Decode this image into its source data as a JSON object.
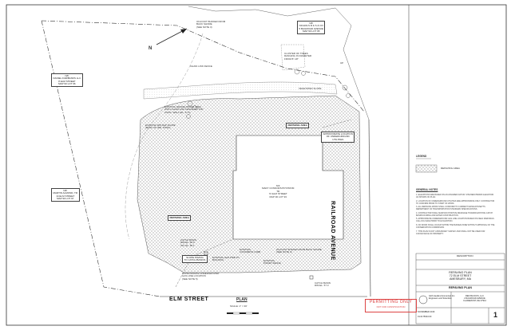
{
  "streets": {
    "elm_street": "ELM STREET",
    "railroad_avenue": "RAILROAD AVENUE"
  },
  "plan": {
    "title": "PLAN",
    "scale": "SCALE: 1\" = 30'"
  },
  "north_arrow": {
    "label": "N"
  },
  "labels": {
    "buffer_top": "ON-FOOT BUFFER FROM\nBACK SHORE\n(SEE NOTE 3)",
    "tag_right_top": "N/F\nNICHOLS R & S & CO\n5 BAILROAD AVENUE\nMAP 90 LOT 95",
    "cluster_trees": "CLUSTER OF TREES\nRANGING IN DIAMETER\nFROM 8\"-18\"",
    "chain_link": "CHAIN LINK FENCE",
    "tag_left_top": "N/F\nDANIEL FAIRBANKS LLC\n8 ELM STREET\nMAP 90 LOT 96",
    "vegetated": "VEGETATED SLOPE",
    "gravel_area": "EXISTING GRAVEL/PAVED AREA\nWITH CHAIN LINK FENCE ON TOP\nCONC. WALL (EL. 47.6)",
    "riprap": "EXISTING RIP RAP SLOPE\n(BANK OF IRR. POND)",
    "tag_left_mid": "N/F\nMARTIN ALMOND, TR\n14 ELM STREET\nMAP 90 LOT 97",
    "repaving_area": "REPAVING AREA",
    "approx_location": "APPROXIMATE LOCATION\nOF UNDERGROUND\nUTILITIES",
    "building": "N/F\nMARY CONNORS BYSTROM\nTR\n72 ELM STREET\nMAP 90 LOT 93",
    "catch_basin": "CATCH BASIN\nRIM EL. 58.9\nINV. EL. 55.1",
    "slope_paving": "SLOPE PAVING\nTO CATCH BASINS",
    "existing_conc": "EXISTING\nCONCRETE CURB",
    "existing_gas": "EXISTING GAS PIPE TO\nBUILDING",
    "existing_fence": "EXISTING\nPICKET FENCE",
    "approx_gas": "APPROXIMATE UNDERGROUND\nGAS LINE LOCATION\n(SEE NOTE 5)",
    "buffer_bottom": "ON-FOOT BUFFER FROM BACK SHORE\n(SEE NOTE 3)",
    "catch_basin_2": "CATCH BASIN\nRIM EL. 57.3",
    "utility_pole": "UP"
  },
  "legend": {
    "title": "LEGEND",
    "repaving_area": "REPAVING AREA"
  },
  "general_notes": {
    "title": "GENERAL NOTES",
    "items": [
      "1. ELEVATIONS ARE BASED ON AN ASSUMED DATUM. SITE BENCHMARK ELEVATION AS SHOWN ON PLAN.",
      "2. LOCATION OF UNDERGROUND UTILITIES ARE APPROXIMATE ONLY. CONTRACTOR TO CONFIRM PRIOR TO START OF WORK.",
      "3. ALL REPAVING WORK SHALL CONFORM TO CURRENT MASSACHUSETTS DEPARTMENT OF TRANSPORTATION STANDARD SPECIFICATIONS.",
      "4. CONTRACTOR SHALL MAINTAIN POSITIVE DRAINAGE TOWARD EXISTING CATCH BASINS DURING AND AFTER CONSTRUCTION.",
      "5. APPROXIMATE UNDERGROUND GAS LINE LOCATION BASED ON FIELD MARKINGS. CALL DIG SAFE PRIOR TO EXCAVATION.",
      "6. NO WORK SHALL OCCUR WITHIN THE BUFFER ZONE WITHOUT APPROVAL OF THE CONSERVATION COMMISSION.",
      "7. THIS PLAN IS NOT A BOUNDARY SURVEY AND SHALL NOT BE USED FOR CONVEYANCE OF PROPERTY."
    ]
  },
  "title_block": {
    "plan_title": "REPAVING PLAN\n72 ELM STREET\nAMESBURY, MA",
    "sheet_title": "REPAVING PLAN",
    "company": "GZA GeoEnvironmental, Inc.\nEngineers and Scientists",
    "client": "RED BLOCKS, LLC\n2 RAILROAD AVENUE\nCLAREMONT, DE 07912",
    "date": "NOVEMBER 2016",
    "project_no": "01.0175643.00",
    "sheet_no": "1",
    "revision_header": "DESCRIPTION"
  },
  "stamp": {
    "line1": "PERMITTING ONLY",
    "line2": "NOT FOR CONSTRUCTION"
  },
  "colors": {
    "stamp": "#dd4444",
    "line": "#444444",
    "hatch": "#9a9a9a"
  }
}
